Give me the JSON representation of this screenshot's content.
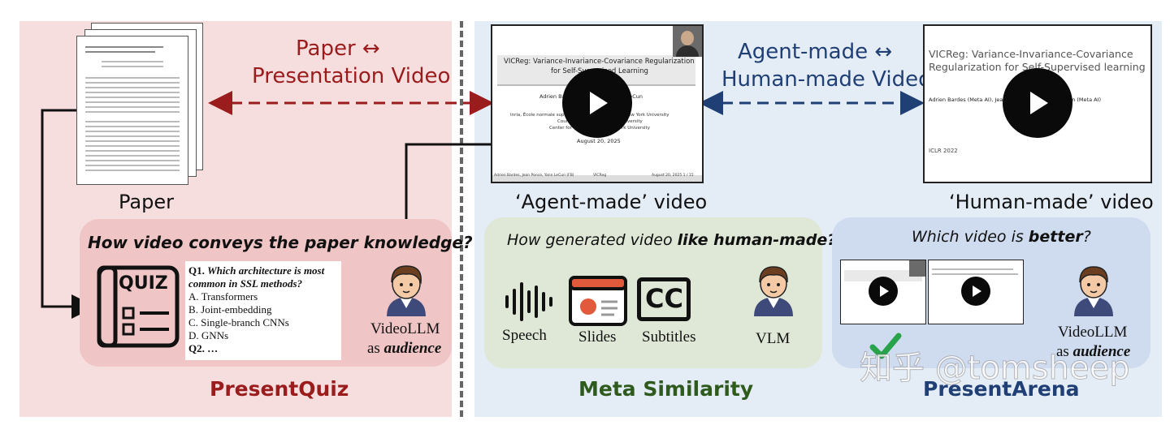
{
  "left": {
    "arrow_label_line1": "Paper ↔",
    "arrow_label_line2": "Presentation Video",
    "paper_caption": "Paper",
    "box_title": "How video conveys the paper knowledge?",
    "quiz": {
      "icon_text": "QUIZ",
      "q1_prefix": "Q1.",
      "q1_text_line1": "Which architecture is most",
      "q1_text_line2": "common in SSL methods?",
      "options": [
        "A. Transformers",
        "B. Joint-embedding",
        "C. Single-branch CNNs",
        "D. GNNs"
      ],
      "q2": "Q2. …"
    },
    "audience_line1": "VideoLLM",
    "audience_line2_prefix": "as ",
    "audience_line2_emph": "audience",
    "footer": "PresentQuiz"
  },
  "right": {
    "arrow_label_line1": "Agent-made ↔",
    "arrow_label_line2": "Human-made Video",
    "agent_caption": "‘Agent-made’ video",
    "human_caption": "‘Human-made’ video",
    "agent_slide": {
      "title_line1": "VICReg: Variance-Invariance-Covariance Regularization",
      "title_line2": "for Self-Supervised Learning",
      "authors": "Adrien Bardes, Jean Ponce, Yann LeCun",
      "affil_line1": "Inria, École normale supérieure, Meta AI Research, New York University",
      "affil_line2": "Courant Institute, New York University",
      "affil_line3": "Center for Data Science, New York University",
      "date": "August 20, 2025",
      "footer_left": "Adrien Bardes, Jean Ponce, Yann LeCun (FB)",
      "footer_mid": "VICReg",
      "footer_right": "August 20, 2025      1 / 15"
    },
    "human_slide": {
      "title_line1": "VICReg: Variance-Invariance-Covariance",
      "title_line2": "Regularization for Self-Supervised learning",
      "authors": "Adrien Bardes (Meta AI), Jean Ponce (Inria), Yann LeCun (Meta AI)",
      "venue": "ICLR 2022"
    },
    "meta": {
      "title_plain": "How generated video ",
      "title_bold": "like human-made?",
      "speech": "Speech",
      "slides": "Slides",
      "subtitles": "Subtitles",
      "cc": "CC",
      "vlm": "VLM",
      "footer": "Meta Similarity"
    },
    "arena": {
      "title_plain": "Which video is ",
      "title_bold": "better",
      "title_end": "?",
      "audience_line1": "VideoLLM",
      "audience_line2_prefix": "as ",
      "audience_line2_emph": "audience",
      "footer": "PresentArena",
      "watermark": "知乎 @tomsheep"
    }
  },
  "colors": {
    "red_accent": "#9b1c1c",
    "blue_accent": "#1f3f75",
    "green_accent": "#2f5a1e",
    "left_panel": "#f6dede",
    "right_panel": "#e4ecf6",
    "quiz_box": "#efc5c5",
    "meta_box": "#dfe8d6",
    "arena_box": "#cfdcef"
  }
}
